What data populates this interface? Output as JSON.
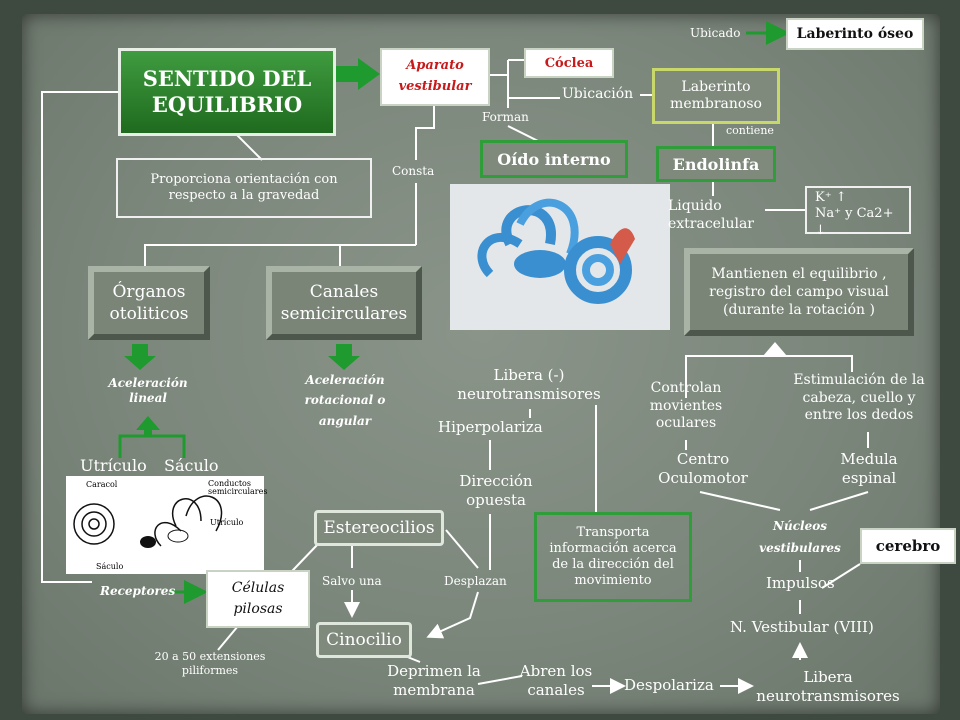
{
  "title": "SENTIDO DEL EQUILIBRIO",
  "description": "Proporciona orientación con respecto a la gravedad",
  "aparato": "Aparato vestibular",
  "coclea": "Cóclea",
  "ubicacion": "Ubicación",
  "ubicado": "Ubicado",
  "laberinto_oseo": "Laberinto óseo",
  "laberinto_membranoso": "Laberinto membranoso",
  "contiene": "contiene",
  "endolinfa": "Endolinfa",
  "forman": "Forman",
  "oido_interno": "Oído interno",
  "consta": "Consta",
  "liquido": "Liquido extracelular",
  "ions_k": "K⁺ ↑",
  "ions_na": "Na⁺ y Ca2+ ↓",
  "mantienen": "Mantienen el equilibrio , registro del campo visual (durante la rotación )",
  "organos": "Órganos otoliticos",
  "canales": "Canales semicirculares",
  "acel_lineal": "Aceleración lineal",
  "acel_rotacional": "Aceleración rotacional o angular",
  "utriculo": "Utrículo",
  "saculo": "Sáculo",
  "receptores": "Receptores",
  "celulas": "Células pilosas",
  "extensiones": "20 a 50 extensiones piliformes",
  "estereocilios": "Estereocilios",
  "salvo_una": "Salvo una",
  "desplazan": "Desplazan",
  "cinocilio": "Cinocilio",
  "libera_neg": "Libera (-) neurotransmisores",
  "hiperpolariza": "Hiperpolariza",
  "direccion": "Dirección opuesta",
  "transporta": "Transporta información acerca de la dirección del movimiento",
  "controlan": "Controlan movientes oculares",
  "estimulacion": "Estimulación de la cabeza, cuello y entre los dedos",
  "centro": "Centro Oculomotor",
  "medula": "Medula espinal",
  "nucleos": "Núcleos vestibulares",
  "cerebro": "cerebro",
  "impulsos": "Impulsos",
  "n_vestibular": "N. Vestibular (VIII)",
  "deprimen": "Deprimen la membrana",
  "abren": "Abren los canales",
  "despolariza": "Despolariza",
  "libera_neuro": "Libera neurotransmisores",
  "diagram_labels": {
    "caracol": "Caracol",
    "conductos": "Conductos semicirculares",
    "utriculo": "Utrículo",
    "saculo": "Sáculo"
  }
}
